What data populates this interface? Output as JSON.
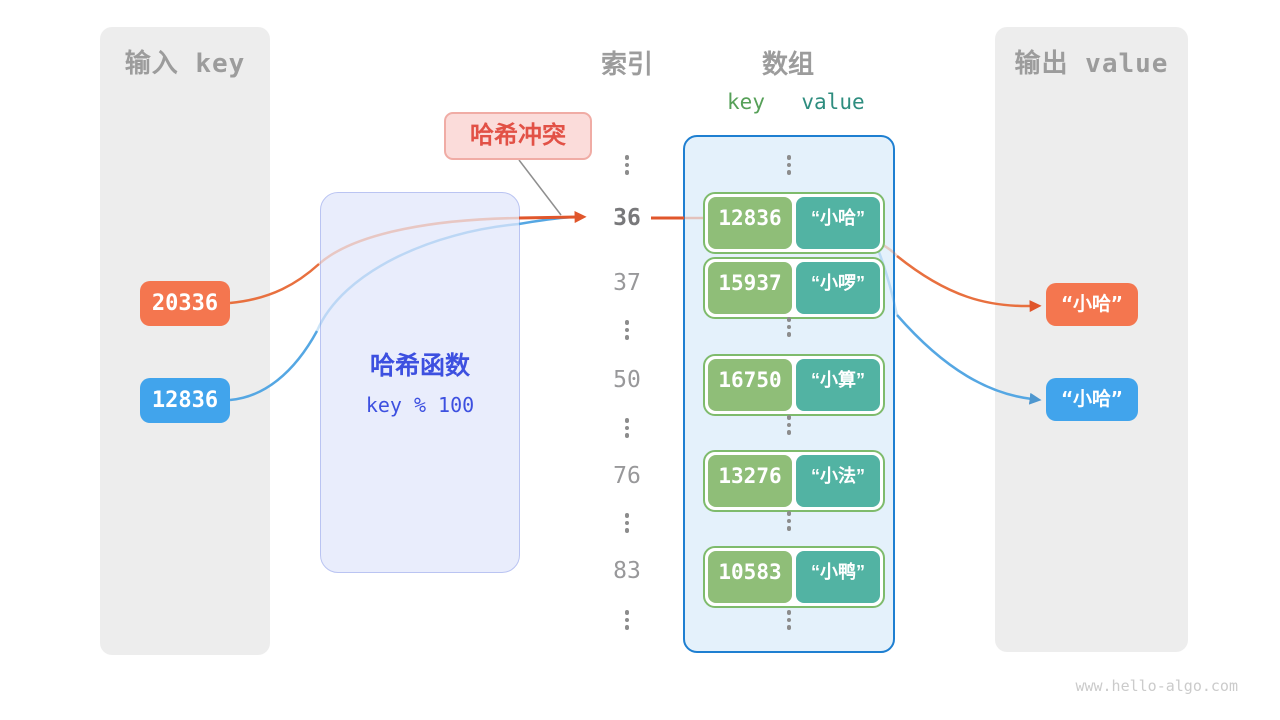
{
  "input_panel": {
    "title": "输入 key",
    "keys": [
      {
        "value": "20336",
        "color": "#F4764F"
      },
      {
        "value": "12836",
        "color": "#41A4EC"
      }
    ]
  },
  "hash_function": {
    "title": "哈希函数",
    "formula": "key % 100"
  },
  "collision_label": {
    "text": "哈希冲突"
  },
  "index_column": {
    "title": "索引",
    "items": [
      "⋮",
      "36",
      "37",
      "⋮",
      "50",
      "⋮",
      "76",
      "⋮",
      "83",
      "⋮"
    ],
    "highlighted_index": "36"
  },
  "array": {
    "title": "数组",
    "key_header": "key",
    "value_header": "value",
    "ellipsis": "⋮",
    "rows": [
      {
        "key": "12836",
        "value": "“小哈”"
      },
      {
        "key": "15937",
        "value": "“小啰”"
      },
      {
        "key": "16750",
        "value": "“小算”"
      },
      {
        "key": "13276",
        "value": "“小法”"
      },
      {
        "key": "10583",
        "value": "“小鸭”"
      }
    ]
  },
  "output_panel": {
    "title": "输出 value",
    "values": [
      {
        "text": "“小哈”",
        "color": "#F4764F"
      },
      {
        "text": "“小哈”",
        "color": "#41A4EC"
      }
    ]
  },
  "watermark": "www.hello-algo.com",
  "colors": {
    "orange_chip": "#F4764F",
    "blue_chip": "#41A4EC",
    "orange_line": "#E0562B",
    "blue_line": "#55A7E3",
    "green_key_cell": "#8FBE78",
    "teal_value_cell": "#52B3A3",
    "pair_border": "#7EBB6C",
    "array_border": "#1E7FD1",
    "array_fill": "#E4F1FB",
    "hash_box_fill": "#E9EDFC",
    "hash_box_border": "#BAC4F2",
    "hash_text": "#3D50E0",
    "collision_fill": "#FBDCDA",
    "collision_text": "#E25146",
    "panel_gray": "#EDEDED",
    "header_gray": "#9C9C9C",
    "key_header_green": "#56A058",
    "value_header_teal": "#2E8D7F"
  }
}
